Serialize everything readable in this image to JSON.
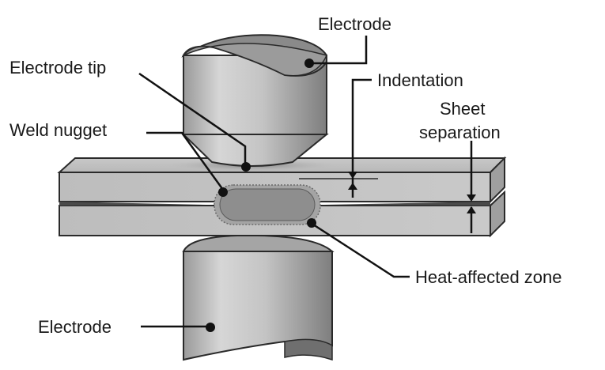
{
  "labels": {
    "electrode_top": "Electrode",
    "electrode_tip": "Electrode tip",
    "indentation": "Indentation",
    "sheet_separation_line1": "Sheet",
    "sheet_separation_line2": "separation",
    "weld_nugget": "Weld nugget",
    "heat_affected_zone": "Heat-affected zone",
    "electrode_bottom": "Electrode"
  },
  "colors": {
    "metal_light": "#d2d2d2",
    "metal_mid": "#b4b4b4",
    "metal_dark": "#8c8c8c",
    "outline": "#2a2a2a",
    "nugget": "#8e8e8e",
    "leader": "#111111"
  }
}
